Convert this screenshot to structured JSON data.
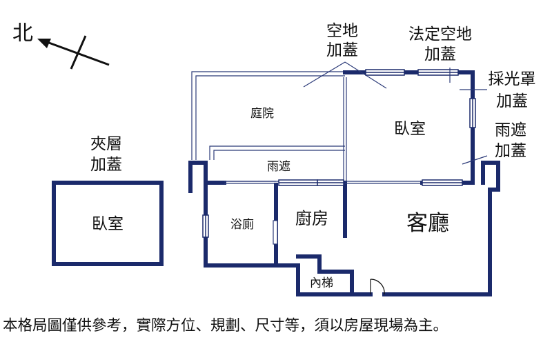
{
  "compass": {
    "label": "北"
  },
  "labels": {
    "open_land_addition": [
      "空地",
      "加蓋"
    ],
    "legal_open_land_addition": [
      "法定空地",
      "加蓋"
    ],
    "skylight_addition": [
      "採光罩",
      "加蓋"
    ],
    "awning_addition": [
      "雨遮",
      "加蓋"
    ],
    "mezzanine_addition": [
      "夾層",
      "加蓋"
    ]
  },
  "rooms": {
    "courtyard": "庭院",
    "bedroom_main": "臥室",
    "awning": "雨遮",
    "bedroom_mezzanine": "臥室",
    "bathroom": "浴廁",
    "kitchen": "廚房",
    "living_room": "客廳",
    "inner_stair": "內梯"
  },
  "disclaimer": "本格局圖僅供參考，實際方位、規劃、尺寸等，須以房屋現場為主。",
  "colors": {
    "wall": "#1b2a6b",
    "thin_line": "#2b3a78",
    "text": "#111111"
  }
}
